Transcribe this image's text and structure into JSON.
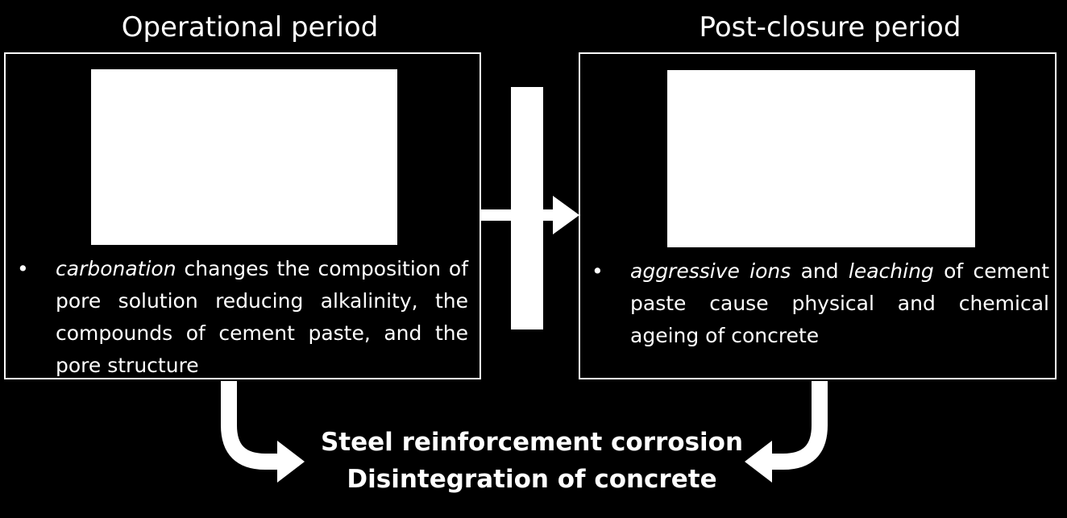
{
  "operational": {
    "title": "Operational period",
    "bullet": "•",
    "text_italic": "carbonation",
    "text_rest": " changes the composition of pore solution reducing alkalinity, the compounds of cement paste, and the pore structure"
  },
  "post_closure": {
    "title": "Post-closure period",
    "bullet": "•",
    "italic_1": "aggressive ions",
    "mid_1": " and ",
    "italic_2": "leaching",
    "text_rest": " of cement paste cause physical and chemical ageing of concrete"
  },
  "conclusion": {
    "line1": "Steel reinforcement corrosion",
    "line2": "Disintegration of concrete"
  }
}
